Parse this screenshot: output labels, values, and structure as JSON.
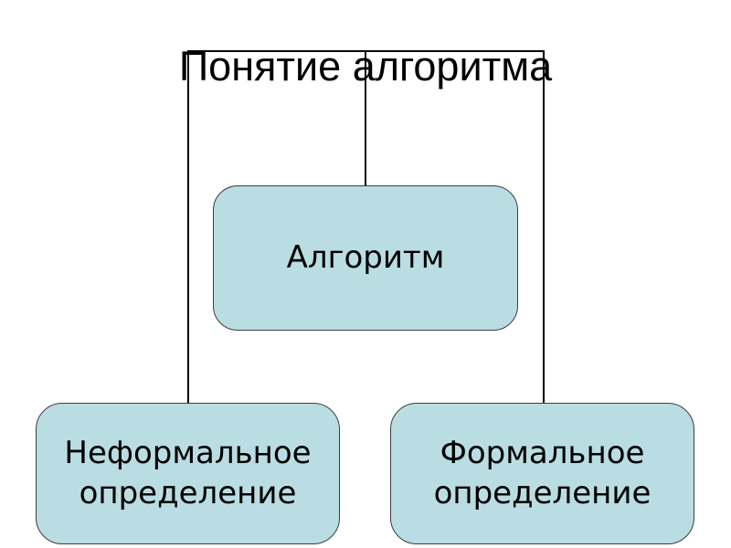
{
  "slide": {
    "title": "Понятие алгоритма",
    "colors": {
      "background": "#ffffff",
      "text": "#000000",
      "connector_line": "#000000",
      "box_fill": "#b9dde2",
      "box_border": "#3d3d3d"
    }
  },
  "diagram": {
    "nodes": {
      "root": {
        "label": "Алгоритм"
      },
      "left": {
        "label": "Неформальное определение"
      },
      "right": {
        "label": "Формальное определение"
      }
    }
  }
}
